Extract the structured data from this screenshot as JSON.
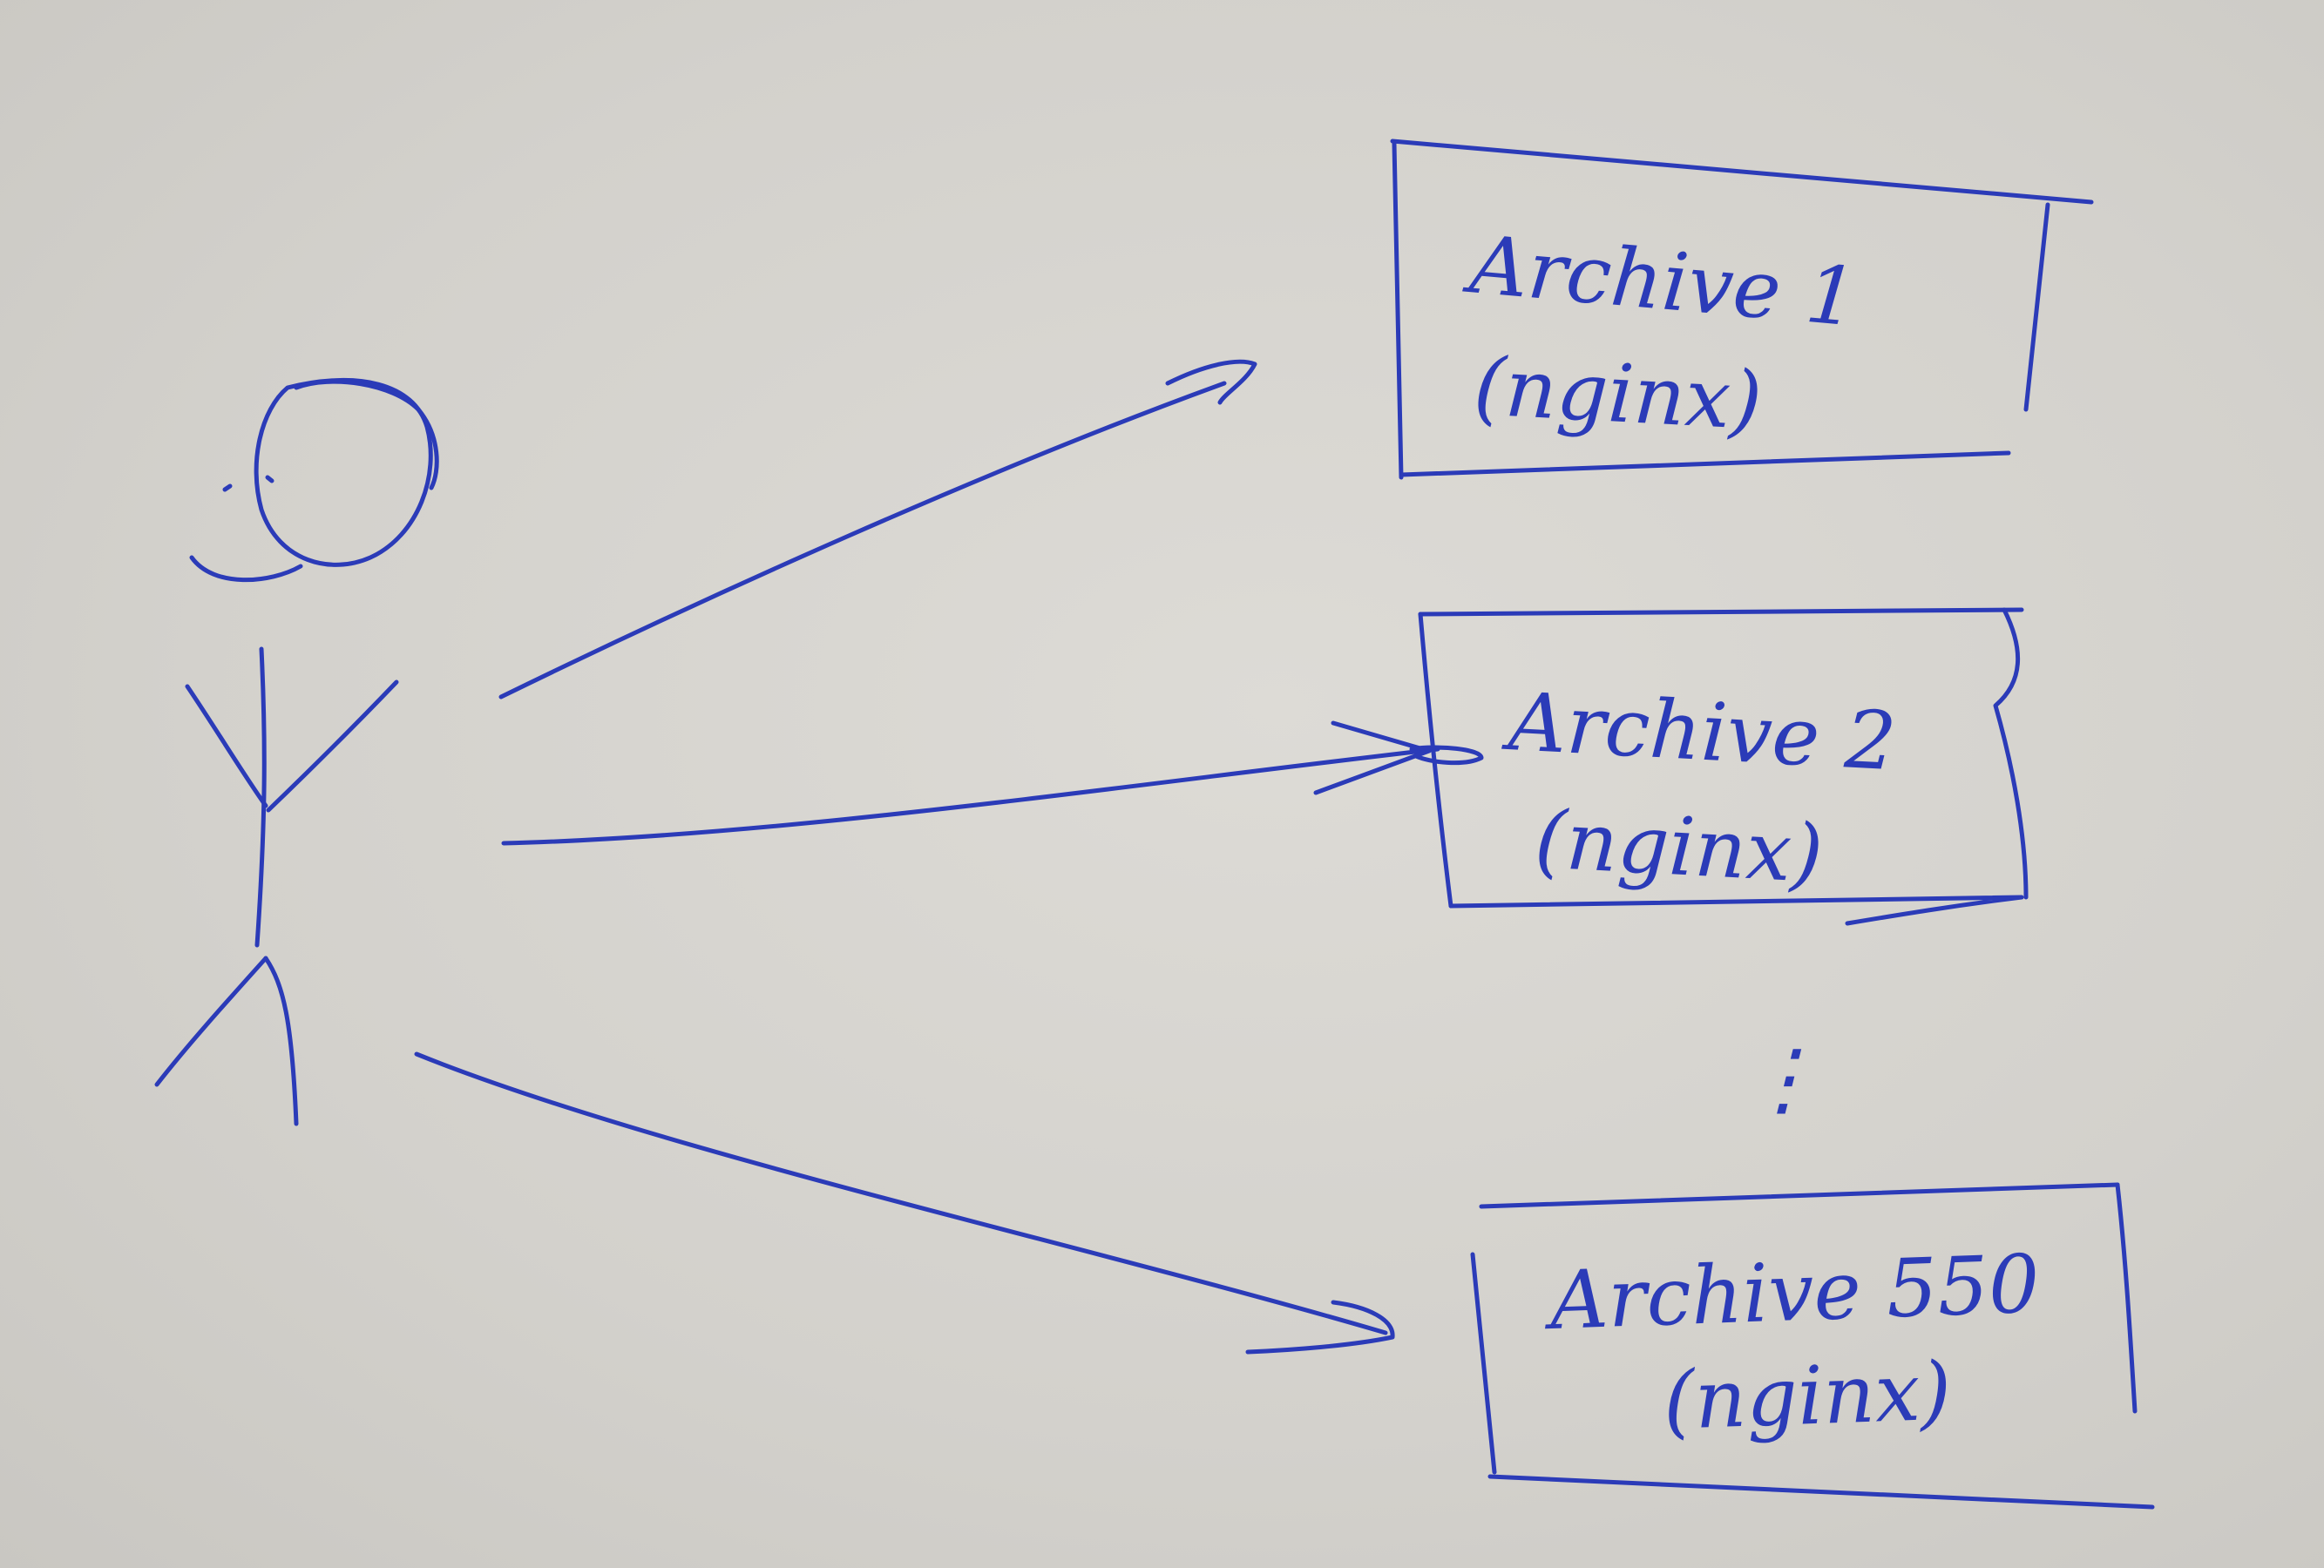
{
  "diagram": {
    "nodes": [
      {
        "name": "Archive 1",
        "subtitle": "(nginx)"
      },
      {
        "name": "Archive 2",
        "subtitle": "(nginx)"
      },
      {
        "name": "Archive 550",
        "subtitle": "(nginx)"
      }
    ],
    "ellipsis": "⋮",
    "ink_color": "#2b3bb8",
    "paper_color": "#d6d4cf",
    "icons": {
      "user": "stick-figure-icon"
    }
  }
}
